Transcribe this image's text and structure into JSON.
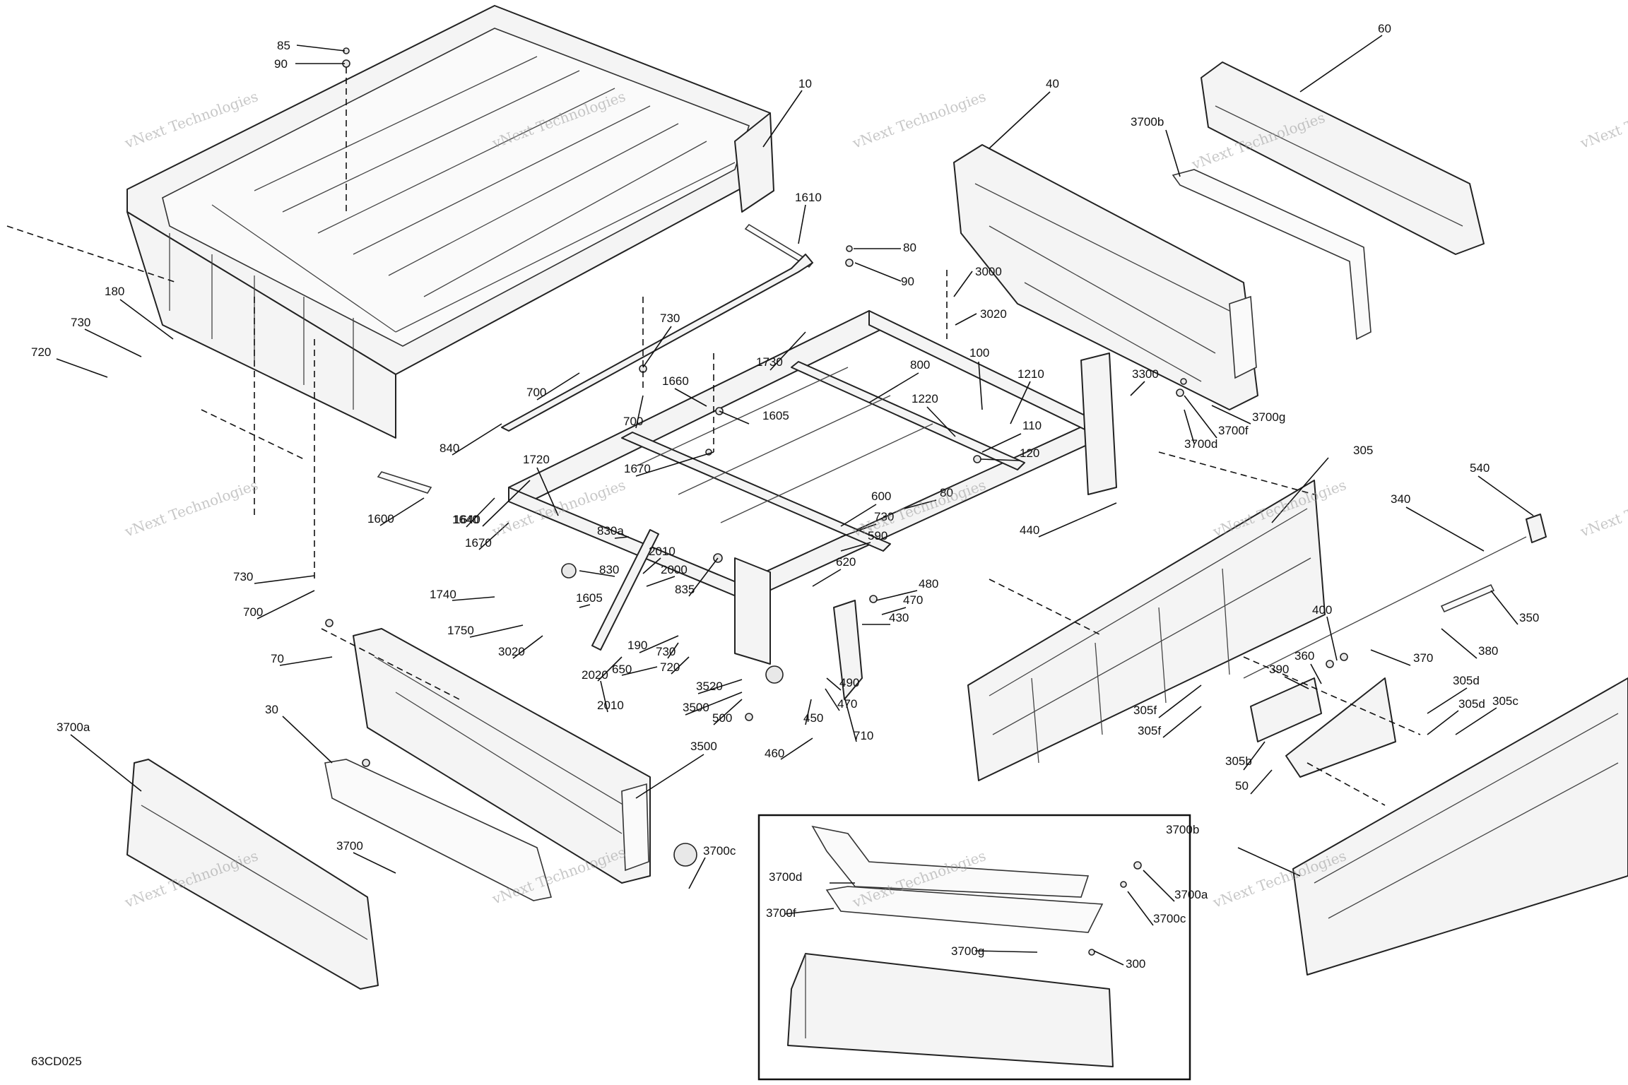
{
  "drawing_code": "63CD025",
  "watermark": [
    "vNext Technologies",
    "vNext Technologies",
    "vNext Technologies",
    "vNext Technologies",
    "vNext Technologies",
    "vNext Technologies",
    "vNext Technologies",
    "vNext Technologies",
    "vNext Technologies",
    "vNext Technologies",
    "vNext Technologies",
    "vNext Technologies",
    "vNext Technologies",
    "vNext Technologies"
  ],
  "callouts": [
    "85",
    "90",
    "10",
    "1610",
    "80",
    "90",
    "40",
    "3000",
    "3020",
    "60",
    "3700b",
    "180",
    "730",
    "720",
    "730",
    "700",
    "700",
    "1660",
    "1730",
    "800",
    "100",
    "1210",
    "3300",
    "1220",
    "110",
    "120",
    "3700g",
    "3700f",
    "3700d",
    "1640",
    "1605",
    "1670",
    "840",
    "1720",
    "1600",
    "1640",
    "1670",
    "600",
    "730",
    "590",
    "80",
    "620",
    "830a",
    "2010",
    "2000",
    "830",
    "440",
    "305",
    "540",
    "340",
    "1740",
    "1605",
    "835",
    "480",
    "470",
    "430",
    "1750",
    "3020",
    "730",
    "720",
    "190",
    "650",
    "2020",
    "2010",
    "3520",
    "3500",
    "500",
    "450",
    "490",
    "470",
    "710",
    "460",
    "70",
    "730",
    "700",
    "350",
    "400",
    "360",
    "380",
    "370",
    "390",
    "305d",
    "305f",
    "305d",
    "305f",
    "305c",
    "305b",
    "50",
    "3700a",
    "30",
    "3500",
    "3700c",
    "3700",
    "3700b",
    "3700d",
    "3700a",
    "3700f",
    "3700c",
    "3700g",
    "300"
  ],
  "inset_label": "3700"
}
